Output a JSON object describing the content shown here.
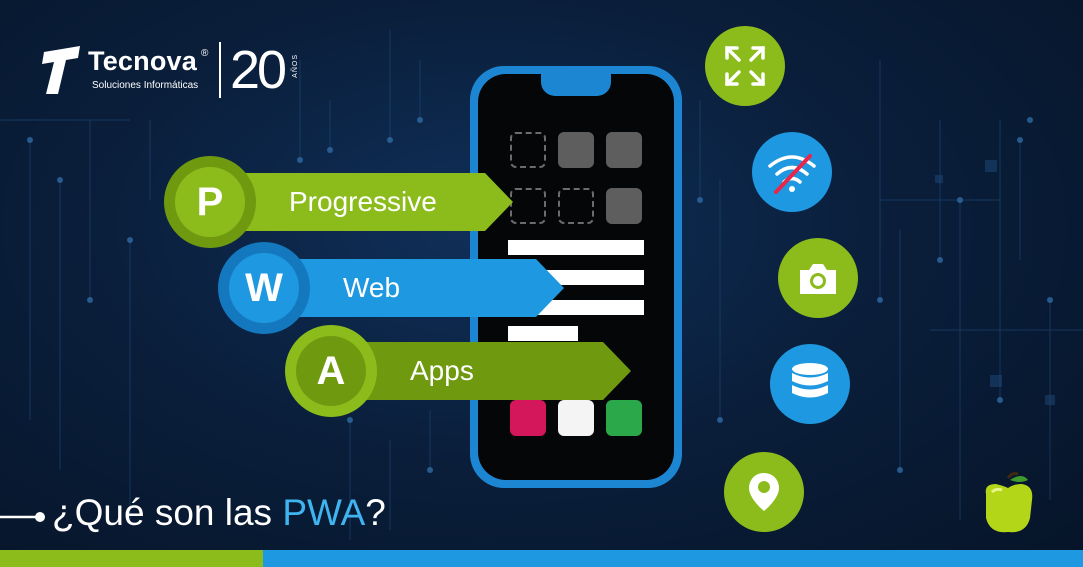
{
  "brand": {
    "name": "Tecnova",
    "registered": "®",
    "tagline": "Soluciones Informáticas",
    "years": "20",
    "years_word": "AÑOS"
  },
  "acronym": [
    {
      "letter": "P",
      "word": "Progressive"
    },
    {
      "letter": "W",
      "word": "Web"
    },
    {
      "letter": "A",
      "word": "Apps"
    }
  ],
  "features": [
    {
      "icon": "expand-icon"
    },
    {
      "icon": "wifi-off-icon"
    },
    {
      "icon": "camera-icon"
    },
    {
      "icon": "database-icon"
    },
    {
      "icon": "location-pin-icon"
    }
  ],
  "question": {
    "prefix": "¿Qué son las ",
    "highlight": "PWA",
    "suffix": "?"
  },
  "colors": {
    "green": "#8cbc1c",
    "blue": "#1e98e0",
    "dark_green": "#6f9a10",
    "background": "#0a1f3c"
  }
}
